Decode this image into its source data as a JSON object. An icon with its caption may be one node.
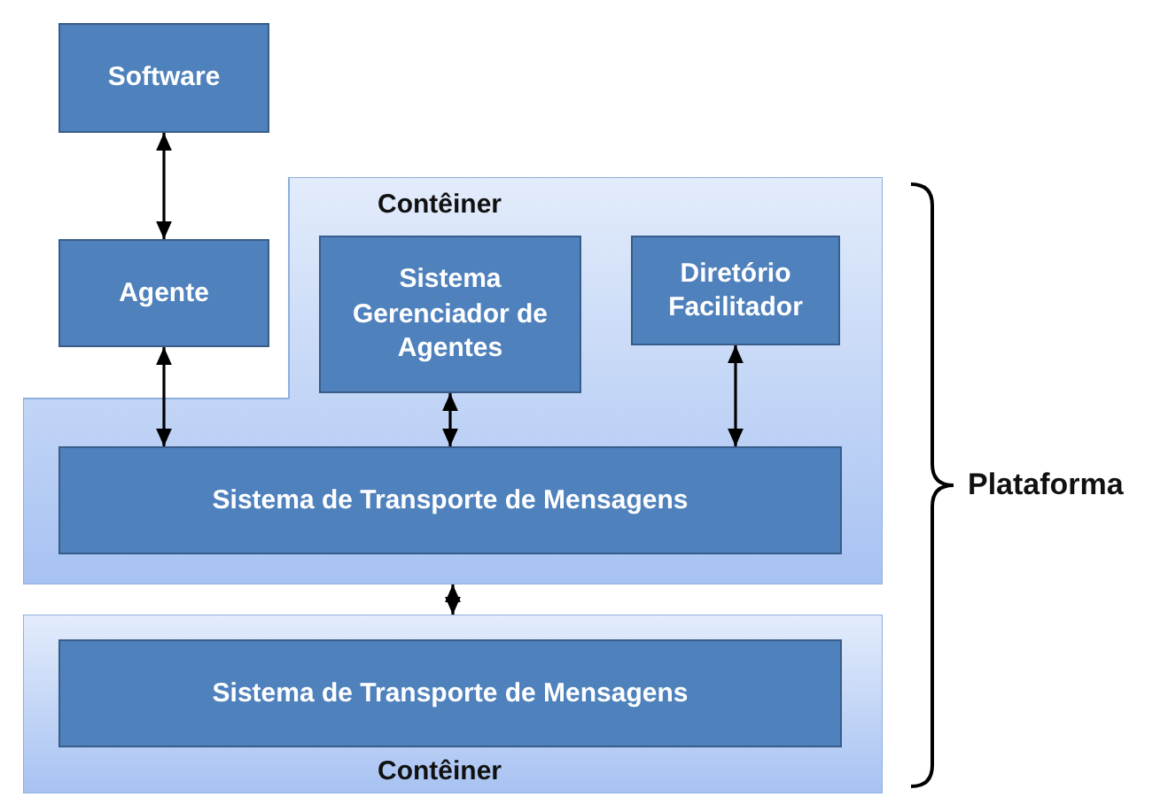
{
  "diagram": {
    "nodes": [
      {
        "text": [
          "Software"
        ]
      },
      {
        "text": [
          "Agente"
        ]
      },
      {
        "text": [
          "Contêiner"
        ]
      },
      {
        "text": [
          "Sistema Gerenciador de Agentes"
        ],
        "in": 2
      },
      {
        "text": [
          "Diretório Facilitador"
        ],
        "in": 2
      },
      {
        "text": [
          "Sistema de Transporte de Mensagens"
        ],
        "in": 2
      },
      {
        "text": [
          "Contêiner"
        ]
      },
      {
        "text": [
          "Sistema de Transporte de Mensagens"
        ],
        "in": 6
      }
    ],
    "edges": [
      {
        "from": 0,
        "to": 1,
        "arrow": "both"
      },
      {
        "from": 1,
        "to": 5,
        "arrow": "both"
      },
      {
        "from": 3,
        "to": 5,
        "arrow": "both"
      },
      {
        "from": 4,
        "to": 5,
        "arrow": "both"
      },
      {
        "from": 2,
        "to": 6,
        "arrow": "both"
      }
    ],
    "labels": [
      "Plataforma"
    ]
  }
}
